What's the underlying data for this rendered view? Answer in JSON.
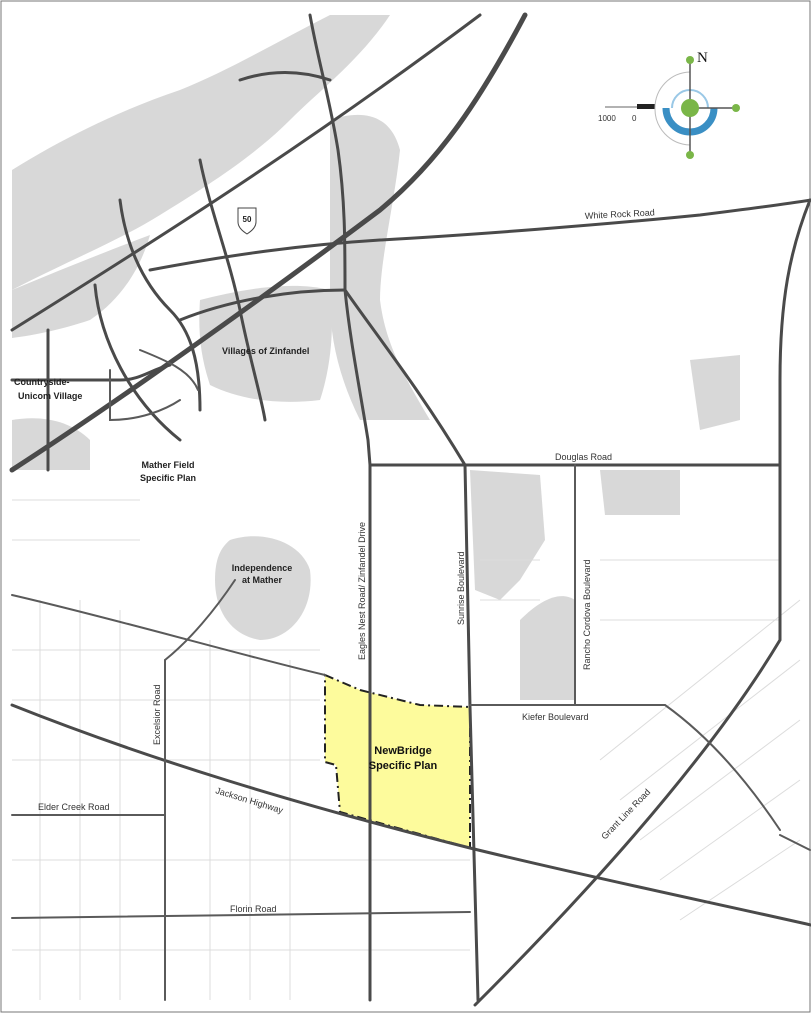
{
  "roads": {
    "white_rock": "White Rock Road",
    "douglas": "Douglas Road",
    "kiefer": "Kiefer Boulevard",
    "grant_line": "Grant Line Road",
    "jackson": "Jackson Highway",
    "elder_creek": "Elder Creek Road",
    "florin": "Florin Road",
    "excelsior": "Excelsior Road",
    "eagles_nest": "Eagles Nest Road/ Zinfandel Drive",
    "sunrise": "Sunrise Boulevard",
    "rancho_cordova": "Rancho Cordova Boulevard",
    "highway": "50"
  },
  "areas": {
    "zinfandel": "Villages of Zinfandel",
    "countryside_1": "Countryside-",
    "countryside_2": "Unicom Village",
    "mather_1": "Mather Field",
    "mather_2": "Specific Plan",
    "independence_1": "Independence",
    "independence_2": "at Mather",
    "newbridge_1": "NewBridge",
    "newbridge_2": "Specific Plan"
  },
  "scale": {
    "left": "1000",
    "right": "0"
  },
  "compass": {
    "north": "N"
  },
  "colors": {
    "plan_fill": "#fdfb9c",
    "road": "#4a4a4a",
    "urban": "#c8c8c8",
    "compass_green": "#7ab648",
    "compass_blue": "#3a8fc4"
  }
}
